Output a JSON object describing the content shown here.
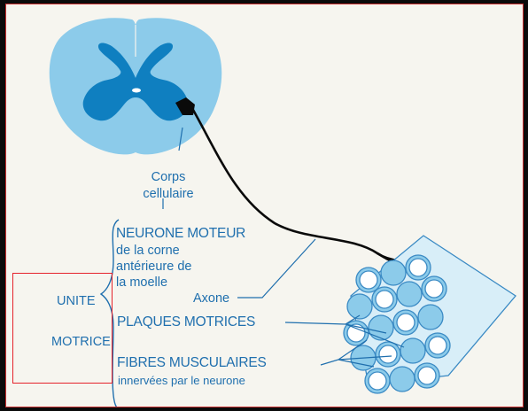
{
  "labels": {
    "cell_body": [
      "Corps",
      "cellulaire"
    ],
    "motor_neuron": [
      "NEURONE MOTEUR",
      "de la corne",
      "antérieure de",
      "la moelle"
    ],
    "axon": "Axone",
    "motor_plates": "PLAQUES MOTRICES",
    "muscle_fibres": "FIBRES MUSCULAIRES",
    "muscle_fibres_sub": "innervées par le neurone",
    "motor_unit": [
      "UNITE",
      "MOTRICE"
    ]
  },
  "colors": {
    "cord": "#8ccbea",
    "grey_matter": "#0f7fc0",
    "text": "#1f6fae",
    "box": "#e5222b",
    "fibre": "#d8eef8"
  }
}
